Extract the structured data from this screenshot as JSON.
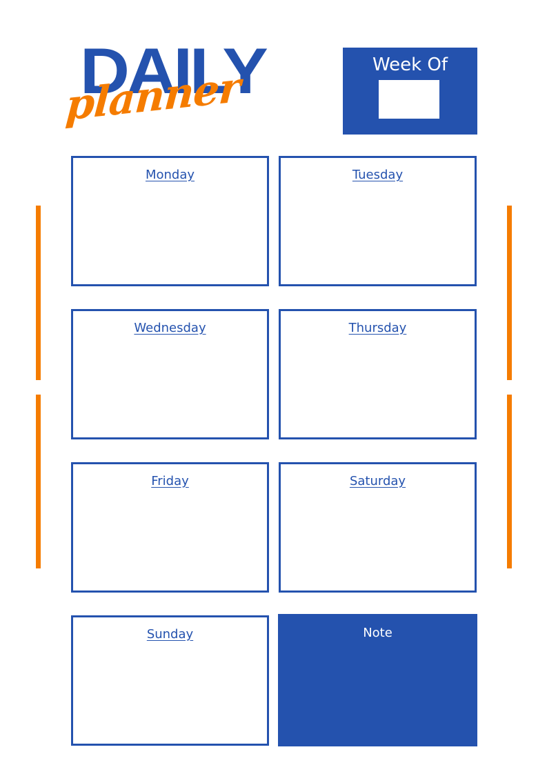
{
  "colors": {
    "primary_blue": "#2452ae",
    "accent_orange": "#f57c00",
    "background": "#ffffff"
  },
  "header": {
    "title_main": "DAILY",
    "title_script": "planner"
  },
  "week_of": {
    "label": "Week Of",
    "value": ""
  },
  "days": [
    {
      "label": "Monday"
    },
    {
      "label": "Tuesday"
    },
    {
      "label": "Wednesday"
    },
    {
      "label": "Thursday"
    },
    {
      "label": "Friday"
    },
    {
      "label": "Saturday"
    },
    {
      "label": "Sunday"
    }
  ],
  "note": {
    "label": "Note"
  }
}
